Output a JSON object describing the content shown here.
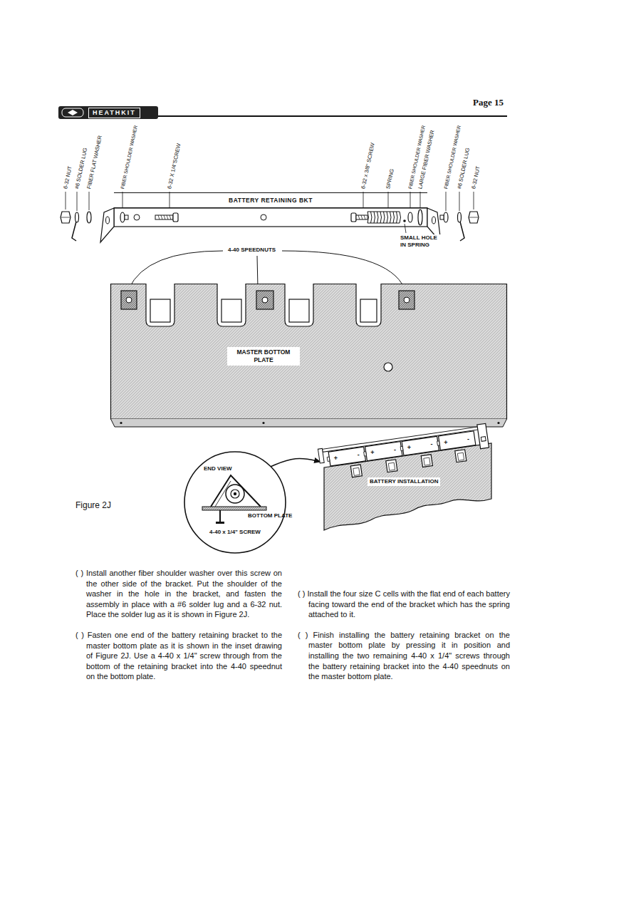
{
  "diagram": {
    "nodes": [
      {
        "text": [
          "HEATHKIT"
        ]
      },
      {
        "text": [
          "BATTERY RETAINING BKT"
        ]
      },
      {
        "text": [
          "MASTER BOTTOM PLATE"
        ]
      },
      {
        "text": [
          "END VIEW",
          "BOTTOM PLATE",
          "4-40 x 1/4\" SCREW"
        ]
      },
      {
        "text": [
          "+",
          "-",
          "+",
          "-",
          "+",
          "-",
          "+",
          "-",
          "BATTERY INSTALLATION"
        ]
      }
    ],
    "edges": [
      {
        "from": 3,
        "to": 4,
        "arrow": "to"
      }
    ],
    "labels": [
      "Page 15",
      "6-32 NUT",
      "#6 SOLDER LUG",
      "FIBER FLAT WASHER",
      "FIBER SHOULDER WASHER",
      "6-32 X 1/4\"SCREW",
      "6-32 x 3/8\" SCREW",
      "SPRING",
      "FIBER SHOULDER WASHER",
      "LARGE FIBER WASHER",
      "FIBER SHOULDER WASHER",
      "#6 SOLDER LUG",
      "6-32 NUT",
      "SMALL HOLE IN SPRING",
      "4-40 SPEEDNUTS",
      "Figure 2J",
      "( ) Install another fiber shoulder washer over this screw on the other side of the bracket. Put the shoulder of the washer in the hole in the bracket, and fasten the assembly in place with a #6 solder lug and a 6-32 nut. Place the solder lug as it is shown in Figure 2J.",
      "( ) Fasten one end of the battery retaining bracket to the master bottom plate as it is shown in the inset drawing of Figure 2J. Use a 4-40 x 1/4\" screw through from the bottom of the retaining bracket into the 4-40 speednut on the bottom plate.",
      "( ) Install the four size C cells with the flat end of each battery facing toward the end of the bracket which has the spring attached to it.",
      "( ) Finish installing the battery retaining bracket on the master bottom plate by pressing it in position and installing the two remaining 4-40 x 1/4\" screws through the battery retaining bracket into the 4-40 speednuts on the master bottom plate."
    ]
  }
}
